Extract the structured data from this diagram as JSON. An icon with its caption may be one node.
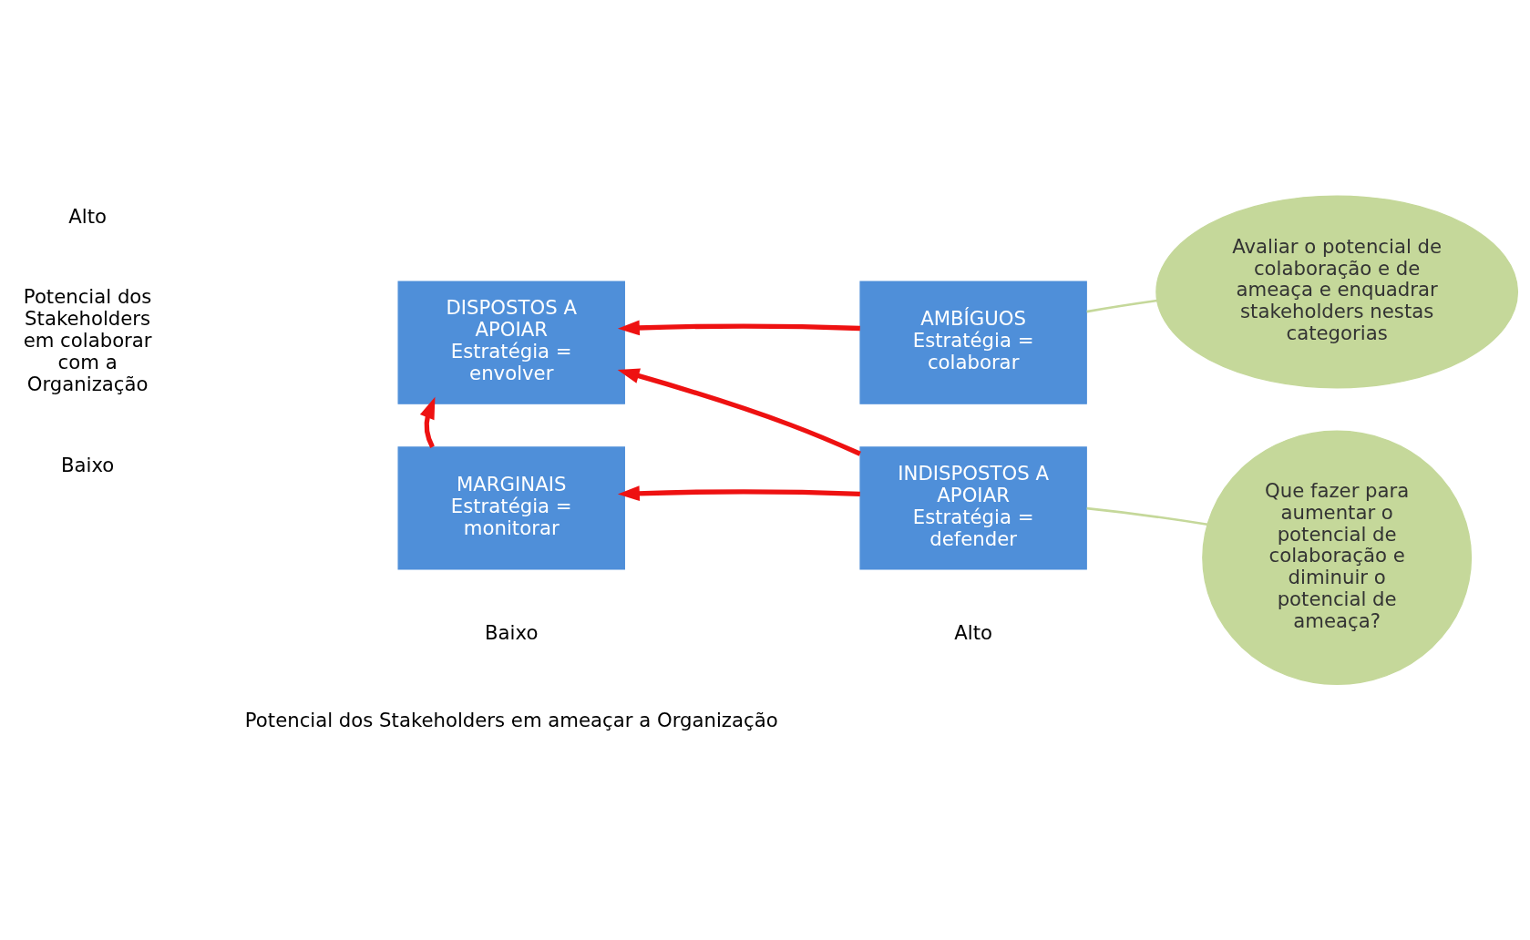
{
  "diagram": {
    "nodes": [
      {
        "text": [
          "DISPOSTOS A APOIAR",
          "Estratégia = envolver"
        ]
      },
      {
        "text": [
          "AMBÍGUOS",
          "Estratégia = colaborar"
        ]
      },
      {
        "text": [
          "MARGINAIS",
          "Estratégia = monitorar"
        ]
      },
      {
        "text": [
          "INDISPOSTOS A APOIAR",
          "Estratégia = defender"
        ]
      },
      {
        "text": [
          "Avaliar o potencial de colaboração e de ameaça e enquadrar stakeholders nestas categorias"
        ]
      },
      {
        "text": [
          "Que fazer para aumentar o potencial de colaboração e diminuir o potencial de ameaça?"
        ]
      }
    ],
    "edges": [
      {
        "from": 1,
        "to": 0,
        "arrow": "to"
      },
      {
        "from": 3,
        "to": 0,
        "arrow": "to"
      },
      {
        "from": 2,
        "to": 0,
        "arrow": "to"
      },
      {
        "from": 3,
        "to": 2,
        "arrow": "to"
      },
      {
        "from": 4,
        "to": 1,
        "arrow": "none",
        "color": "#c5d89a"
      },
      {
        "from": 5,
        "to": 3,
        "arrow": "none",
        "color": "#c5d89a"
      }
    ],
    "labels": [
      "Alto",
      "Potencial dos Stakeholders em colaborar com a Organização",
      "Baixo",
      "Baixo",
      "Alto",
      "Potencial dos Stakeholders em ameaçar a Organização"
    ]
  }
}
